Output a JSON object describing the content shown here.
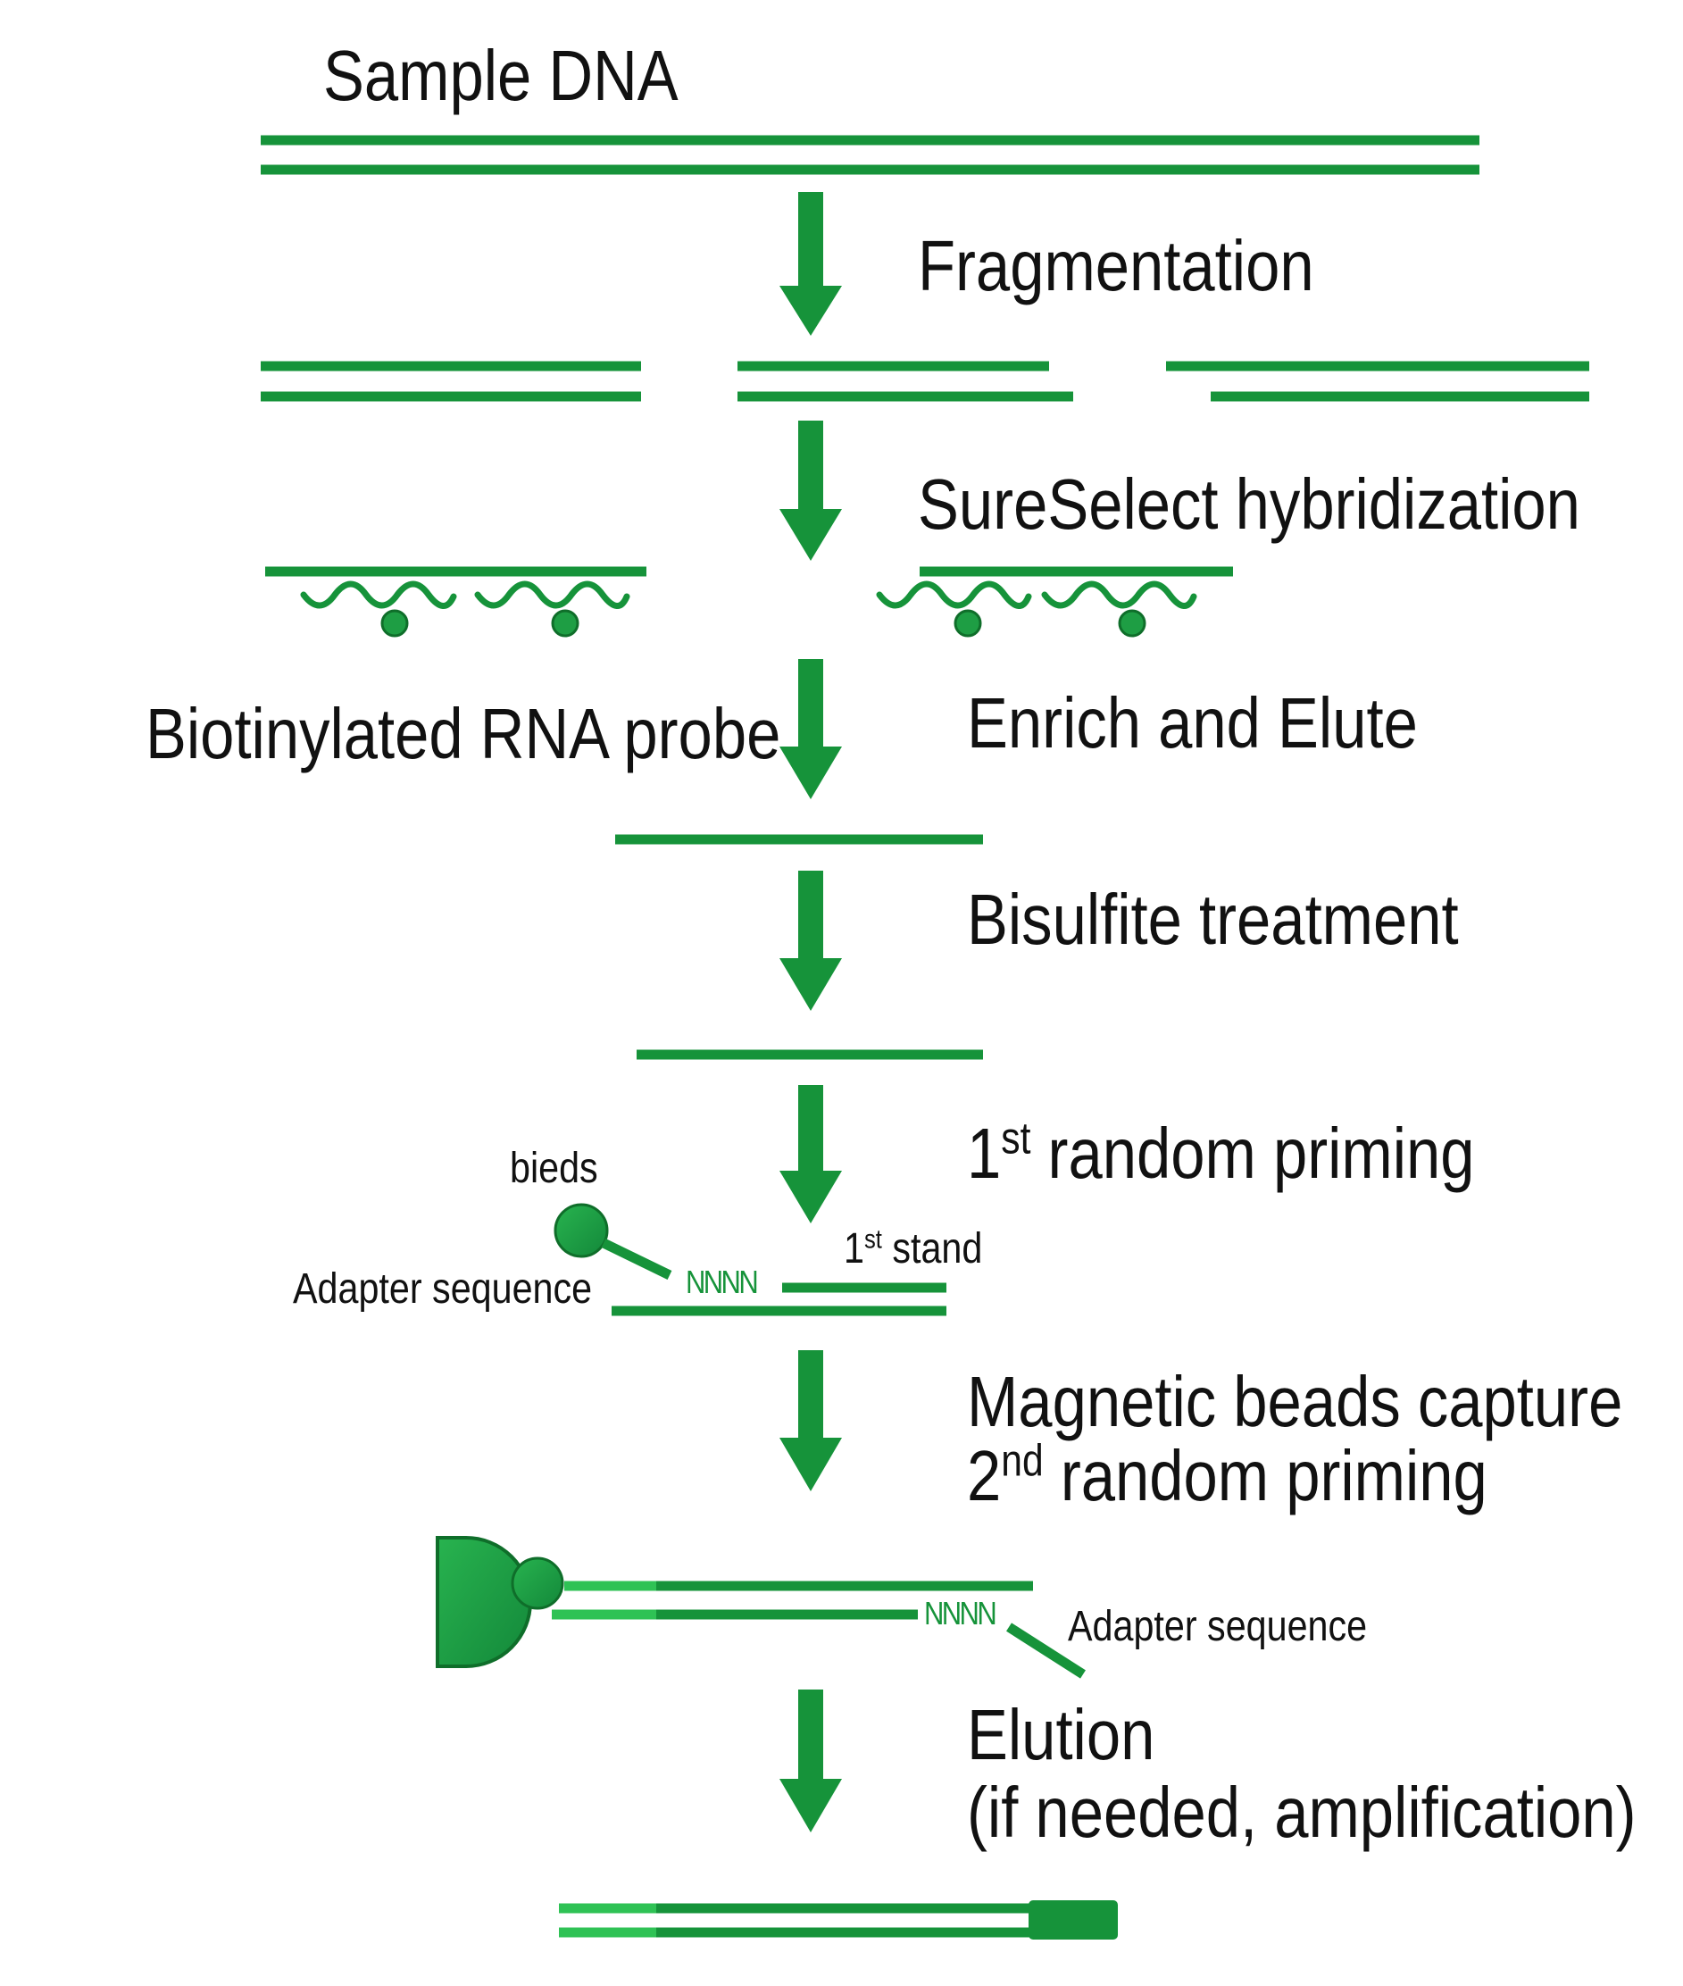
{
  "colors": {
    "strand": "#16933a",
    "strand_light": "#2fc255",
    "arrow": "#16933a",
    "bead_fill": "#1e9e44",
    "bead_stroke": "#0f6e2a",
    "text": "#111111"
  },
  "labels": {
    "sample_dna": "Sample DNA",
    "fragmentation": "Fragmentation",
    "sureselect": "SureSelect hybridization",
    "probe": "Biotinylated RNA probe",
    "enrich": "Enrich and Elute",
    "bisulfite": "Bisulfite treatment",
    "first_priming": {
      "num": "1",
      "sup": "st",
      "text": " random priming"
    },
    "beads": "bieds",
    "first_strand": {
      "num": "1",
      "sup": "st",
      "text": " stand"
    },
    "adapter_1": "Adapter sequence",
    "nnnn_1": "NNNN",
    "magnetic_1": "Magnetic beads capture",
    "magnetic_2": {
      "num": "2",
      "sup": "nd",
      "text": " random priming"
    },
    "nnnn_2": "NNNN",
    "adapter_2": "Adapter sequence",
    "elution_1": "Elution",
    "elution_2": "(if needed, amplification)"
  }
}
